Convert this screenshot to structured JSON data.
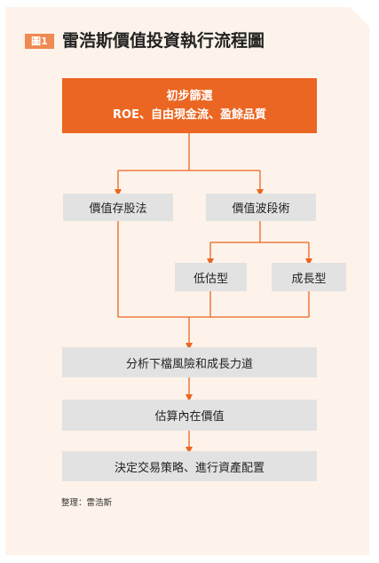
{
  "figure": {
    "tag": "圖1",
    "title": "雷浩斯價值投資執行流程圖"
  },
  "flow": {
    "step1": {
      "line1": "初步篩選",
      "line2": "ROE、自由現金流、盈餘品質"
    },
    "branch_left": "價值存股法",
    "branch_right": "價值波段術",
    "sub_left": "低估型",
    "sub_right": "成長型",
    "step2": "分析下檔風險和成長力道",
    "step3": "估算內在價值",
    "step4": "決定交易策略、進行資產配置"
  },
  "source": "整理：雷浩斯",
  "colors": {
    "accent": "#eb6622",
    "tag": "#ef8a52",
    "card_bg": "#fdf3ea",
    "node_bg": "#e2e2e2"
  }
}
